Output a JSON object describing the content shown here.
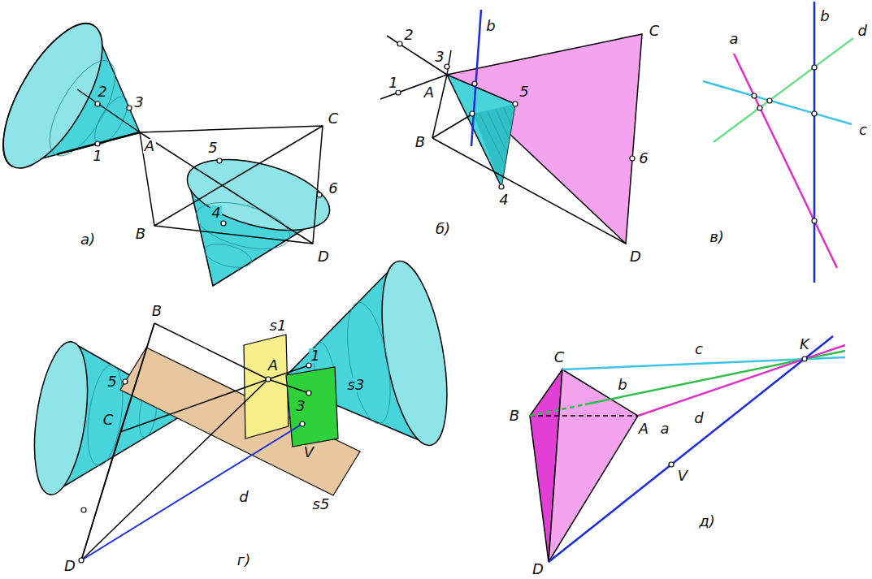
{
  "diagram": {
    "labels": [
      "2",
      "3",
      "1",
      "A",
      "5",
      "C",
      "B",
      "4",
      "6",
      "D",
      "а)",
      "2",
      "b",
      "C",
      "3",
      "1",
      "A",
      "5",
      "B",
      "6",
      "4",
      "D",
      "б)",
      "a",
      "b",
      "d",
      "c",
      "в)",
      "B",
      "s1",
      "5",
      "A",
      "1",
      "s3",
      "3",
      "C",
      "V",
      "d",
      "s5",
      "D",
      "г)",
      "C",
      "c",
      "K",
      "b",
      "B",
      "A",
      "a",
      "d",
      "V",
      "D",
      "д)"
    ]
  }
}
